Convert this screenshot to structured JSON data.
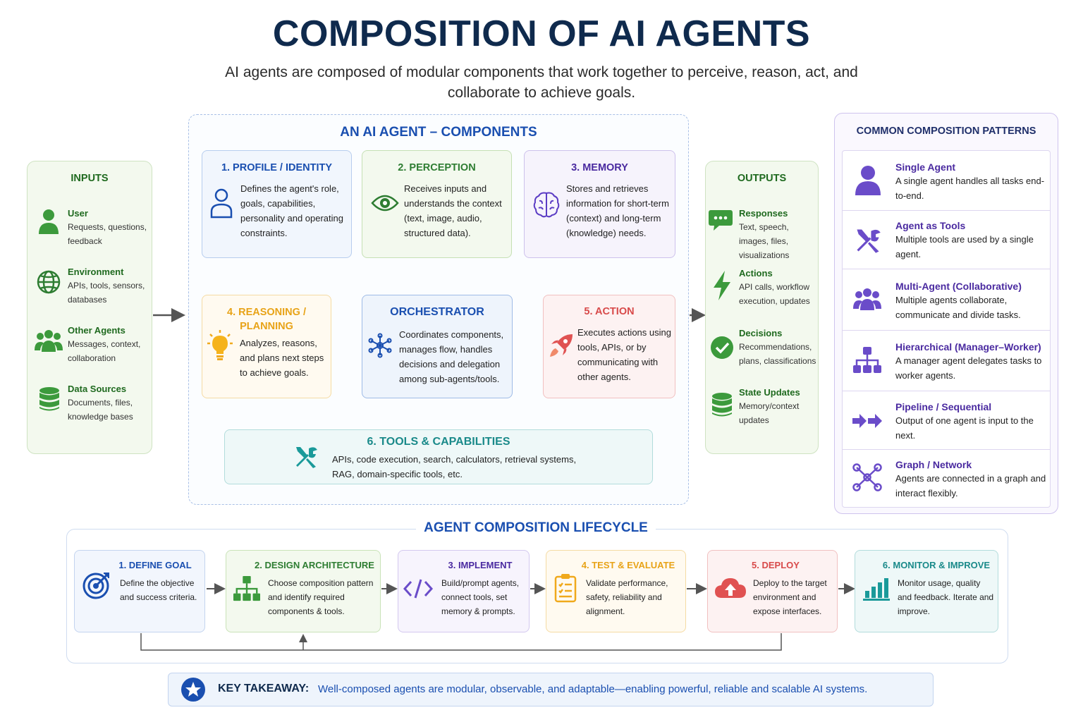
{
  "title": "COMPOSITION OF AI AGENTS",
  "subtitle": "AI agents are composed of modular components that work together to perceive, reason, act, and collaborate to achieve goals.",
  "inputs": {
    "title": "INPUTS",
    "items": [
      {
        "title": "User",
        "desc": "Requests, questions, feedback",
        "icon": "user-icon"
      },
      {
        "title": "Environment",
        "desc": "APIs, tools, sensors, databases",
        "icon": "globe-icon"
      },
      {
        "title": "Other Agents",
        "desc": "Messages, context, collaboration",
        "icon": "group-icon"
      },
      {
        "title": "Data Sources",
        "desc": "Documents, files, knowledge bases",
        "icon": "database-icon"
      }
    ]
  },
  "components": {
    "title": "AN AI AGENT – COMPONENTS",
    "profile": {
      "title": "1. PROFILE / IDENTITY",
      "desc": "Defines the agent's role, goals, capabilities, personality and operating constraints."
    },
    "perception": {
      "title": "2. PERCEPTION",
      "desc": "Receives inputs and understands the context (text, image, audio, structured data)."
    },
    "memory": {
      "title": "3. MEMORY",
      "desc": "Stores and retrieves information for short-term (context) and long-term (knowledge) needs."
    },
    "reasoning": {
      "title": "4. REASONING / PLANNING",
      "desc": "Analyzes, reasons, and plans next steps to achieve goals."
    },
    "orchestrator": {
      "title": "ORCHESTRATOR",
      "desc": "Coordinates components, manages flow, handles decisions and delegation among sub-agents/tools."
    },
    "action": {
      "title": "5. ACTION",
      "desc": "Executes actions using tools, APIs, or by communicating with other agents."
    },
    "tools": {
      "title": "6. TOOLS & CAPABILITIES",
      "desc": "APIs, code execution, search, calculators, retrieval systems, RAG, domain-specific tools, etc."
    }
  },
  "outputs": {
    "title": "OUTPUTS",
    "items": [
      {
        "title": "Responses",
        "desc": "Text, speech, images, files, visualizations",
        "icon": "chat-icon"
      },
      {
        "title": "Actions",
        "desc": "API calls, workflow execution, updates",
        "icon": "lightning-icon"
      },
      {
        "title": "Decisions",
        "desc": "Recommendations, plans, classifications",
        "icon": "check-icon"
      },
      {
        "title": "State Updates",
        "desc": "Memory/context updates",
        "icon": "database-icon"
      }
    ]
  },
  "patterns": {
    "title": "COMMON COMPOSITION PATTERNS",
    "items": [
      {
        "title": "Single Agent",
        "desc": "A single agent handles all tasks end-to-end.",
        "icon": "single-agent-icon"
      },
      {
        "title": "Agent as Tools",
        "desc": "Multiple tools are used by a single agent.",
        "icon": "tools-icon"
      },
      {
        "title": "Multi-Agent (Collaborative)",
        "desc": "Multiple agents collaborate, communicate and divide tasks.",
        "icon": "multi-agent-icon"
      },
      {
        "title": "Hierarchical (Manager–Worker)",
        "desc": "A manager agent delegates tasks to worker agents.",
        "icon": "hierarchy-icon"
      },
      {
        "title": "Pipeline / Sequential",
        "desc": "Output of one agent is input to the next.",
        "icon": "pipeline-icon"
      },
      {
        "title": "Graph / Network",
        "desc": "Agents are connected in a graph and interact flexibly.",
        "icon": "graph-icon"
      }
    ]
  },
  "lifecycle": {
    "title": "AGENT COMPOSITION LIFECYCLE",
    "steps": [
      {
        "title": "1. DEFINE GOAL",
        "desc": "Define the objective and success criteria.",
        "icon": "target-icon"
      },
      {
        "title": "2. DESIGN ARCHITECTURE",
        "desc": "Choose composition pattern and identify required components & tools.",
        "icon": "architecture-icon"
      },
      {
        "title": "3. IMPLEMENT",
        "desc": "Build/prompt agents, connect tools, set memory & prompts.",
        "icon": "code-icon"
      },
      {
        "title": "4. TEST & EVALUATE",
        "desc": "Validate performance, safety, reliability and alignment.",
        "icon": "clipboard-icon"
      },
      {
        "title": "5. DEPLOY",
        "desc": "Deploy to the target environment and expose interfaces.",
        "icon": "cloud-upload-icon"
      },
      {
        "title": "6. MONITOR & IMPROVE",
        "desc": "Monitor usage, quality and feedback. Iterate and improve.",
        "icon": "bar-chart-icon"
      }
    ]
  },
  "takeaway": {
    "label": "KEY TAKEAWAY:",
    "text": "Well-composed agents are modular, observable, and adaptable—enabling powerful, reliable and scalable AI systems."
  },
  "colors": {
    "navy": "#0f2a4d",
    "blue": "#1a4fb0",
    "green": "#2e7d32",
    "purple": "#5b3cc4",
    "orange": "#e8a317",
    "red": "#d84a4a",
    "teal": "#1a9a9a"
  }
}
